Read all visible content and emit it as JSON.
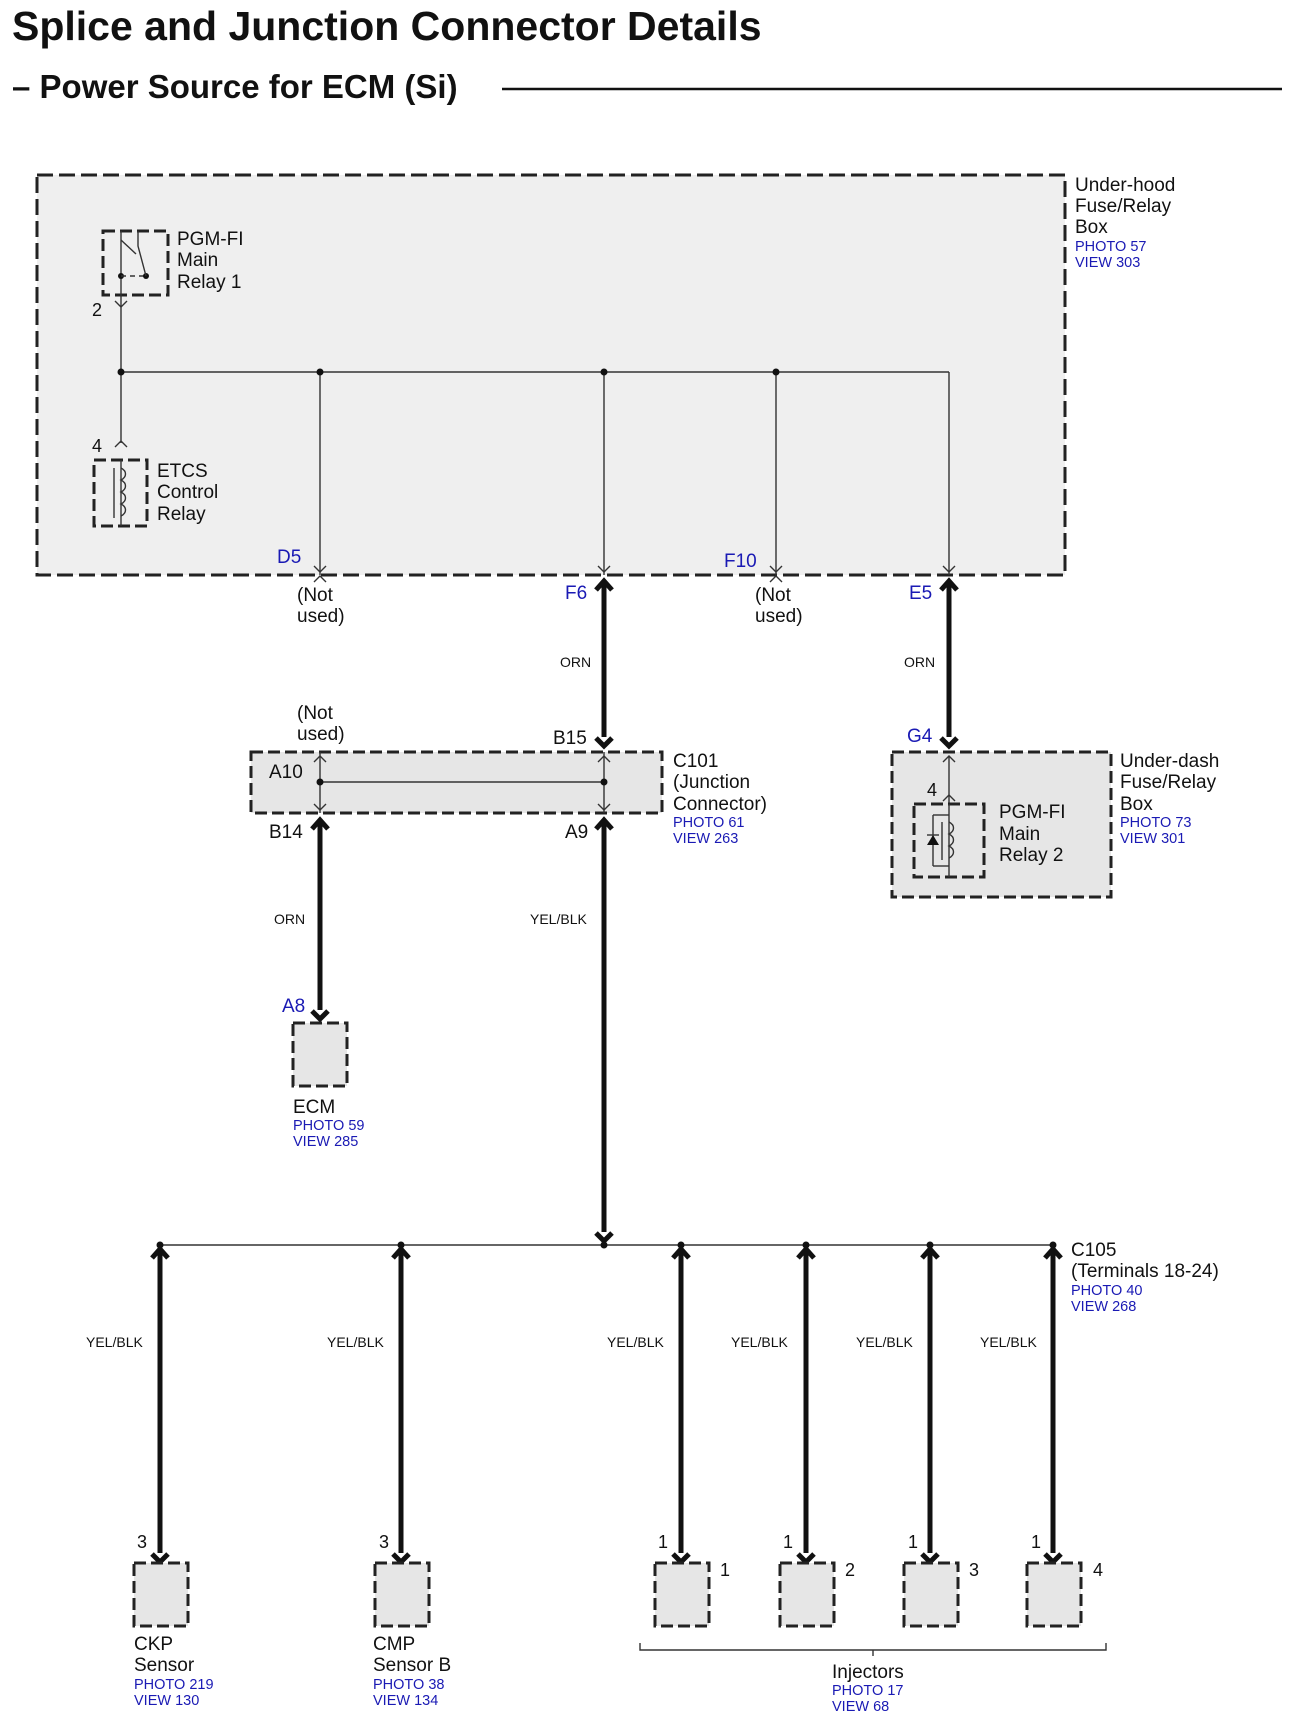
{
  "title": "Splice and Junction Connector Details",
  "subtitle": "– Power Source for ECM (Si)",
  "underhood_box": {
    "name_lines": [
      "Under-hood",
      "Fuse/Relay",
      "Box"
    ],
    "photo": "PHOTO 57",
    "view": "VIEW 303"
  },
  "main_relay_1": {
    "name_lines": [
      "PGM-FI",
      "Main",
      "Relay 1"
    ],
    "pin": "2"
  },
  "etcs_relay": {
    "name_lines": [
      "ETCS",
      "Control",
      "Relay"
    ],
    "pin": "4"
  },
  "underhood_pins": {
    "d5": "D5",
    "f6": "F6",
    "f10": "F10",
    "e5": "E5"
  },
  "not_used": [
    "(Not",
    "used)"
  ],
  "wire_colors": {
    "orn": "ORN",
    "yel_blk": "YEL/BLK"
  },
  "c101": {
    "name_lines": [
      "C101",
      "(Junction",
      "Connector)"
    ],
    "photo": "PHOTO 61",
    "view": "VIEW 263",
    "pins": {
      "a10": "A10",
      "b15": "B15",
      "b14": "B14",
      "a9": "A9"
    }
  },
  "underdash_box": {
    "name_lines": [
      "Under-dash",
      "Fuse/Relay",
      "Box"
    ],
    "photo": "PHOTO 73",
    "view": "VIEW 301",
    "pin": "G4"
  },
  "main_relay_2": {
    "name_lines": [
      "PGM-FI",
      "Main",
      "Relay 2"
    ],
    "pin": "4"
  },
  "ecm": {
    "name": "ECM",
    "pin": "A8",
    "photo": "PHOTO 59",
    "view": "VIEW 285"
  },
  "c105": {
    "name_lines": [
      "C105",
      "(Terminals 18-24)"
    ],
    "photo": "PHOTO 40",
    "view": "VIEW 268"
  },
  "ckp": {
    "name_lines": [
      "CKP",
      "Sensor"
    ],
    "pin": "3",
    "photo": "PHOTO 219",
    "view": "VIEW 130"
  },
  "cmp": {
    "name_lines": [
      "CMP",
      "Sensor B"
    ],
    "pin": "3",
    "photo": "PHOTO 38",
    "view": "VIEW 134"
  },
  "injectors": {
    "name": "Injectors",
    "photo": "PHOTO 17",
    "view": "VIEW 68",
    "pin": "1",
    "numbers": [
      "1",
      "2",
      "3",
      "4"
    ]
  }
}
